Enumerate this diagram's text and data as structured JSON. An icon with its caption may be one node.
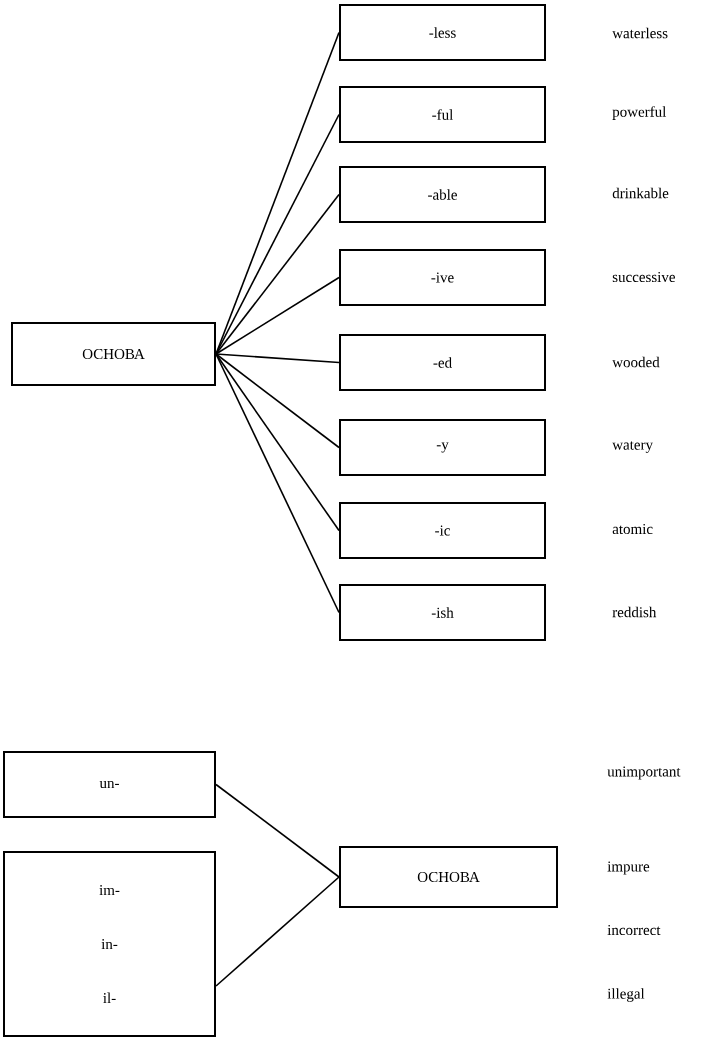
{
  "diagram": {
    "nodes": [
      {
        "text": [
          "ОСНОВА"
        ]
      },
      {
        "text": [
          "-less"
        ]
      },
      {
        "text": [
          "-ful"
        ]
      },
      {
        "text": [
          "-able"
        ]
      },
      {
        "text": [
          "-ive"
        ]
      },
      {
        "text": [
          "-ed"
        ]
      },
      {
        "text": [
          "-y"
        ]
      },
      {
        "text": [
          "-ic"
        ]
      },
      {
        "text": [
          "-ish"
        ]
      },
      {
        "text": [
          "un-"
        ]
      },
      {
        "text": [
          "im-",
          "in-",
          "il-"
        ]
      },
      {
        "text": [
          "ОСНОВА"
        ]
      }
    ],
    "edges": [
      {
        "from": 0,
        "to": 1,
        "arrow": "none"
      },
      {
        "from": 0,
        "to": 2,
        "arrow": "none"
      },
      {
        "from": 0,
        "to": 3,
        "arrow": "none"
      },
      {
        "from": 0,
        "to": 4,
        "arrow": "none"
      },
      {
        "from": 0,
        "to": 5,
        "arrow": "none"
      },
      {
        "from": 0,
        "to": 6,
        "arrow": "none"
      },
      {
        "from": 0,
        "to": 7,
        "arrow": "none"
      },
      {
        "from": 0,
        "to": 8,
        "arrow": "none"
      },
      {
        "from": 9,
        "to": 11,
        "arrow": "none"
      },
      {
        "from": 10,
        "to": 11,
        "arrow": "none"
      }
    ],
    "labels": [
      "waterless",
      "powerful",
      "drinkable",
      "successive",
      "wooded",
      "watery",
      "atomic",
      "reddish",
      "unimportant",
      "impure",
      "incorrect",
      "illegal"
    ]
  }
}
